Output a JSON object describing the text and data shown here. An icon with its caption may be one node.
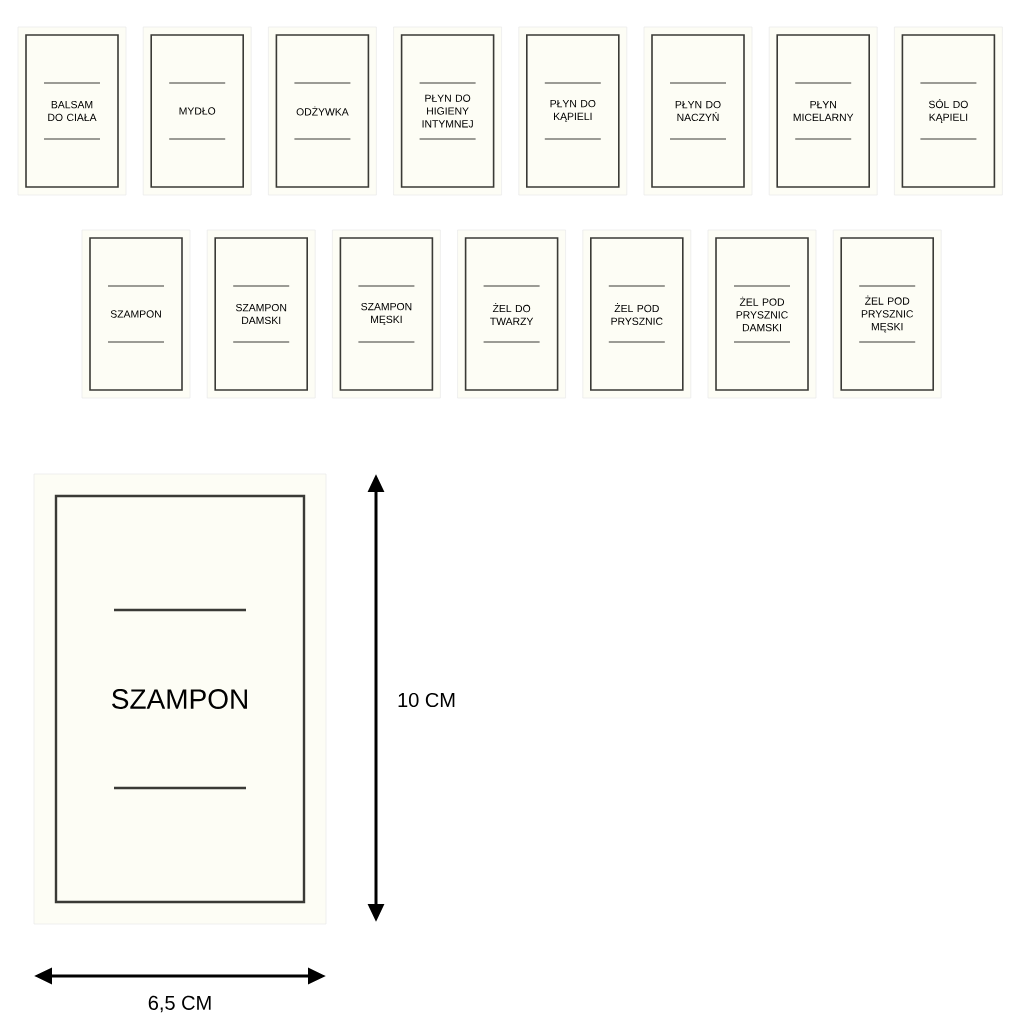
{
  "diagram": {
    "nodes": [
      {
        "text": [
          "BALSAM DO CIAŁA"
        ]
      },
      {
        "text": [
          "MYDŁO"
        ]
      },
      {
        "text": [
          "ODŻYWKA"
        ]
      },
      {
        "text": [
          "PŁYN DO HIGIENY INTYMNEJ"
        ]
      },
      {
        "text": [
          "PŁYN DO KĄPIELI"
        ]
      },
      {
        "text": [
          "PŁYN DO NACZYŃ"
        ]
      },
      {
        "text": [
          "PŁYN MICELARNY"
        ]
      },
      {
        "text": [
          "SÓL DO KĄPIELI"
        ]
      },
      {
        "text": [
          "SZAMPON"
        ]
      },
      {
        "text": [
          "SZAMPON DAMSKI"
        ]
      },
      {
        "text": [
          "SZAMPON MĘSKI"
        ]
      },
      {
        "text": [
          "ŻEL DO TWARZY"
        ]
      },
      {
        "text": [
          "ŻEL POD PRYSZNIC"
        ]
      },
      {
        "text": [
          "ŻEL POD PRYSZNIC DAMSKI"
        ]
      },
      {
        "text": [
          "ŻEL POD PRYSZNIC MĘSKI"
        ]
      },
      {
        "text": [
          "SZAMPON"
        ]
      }
    ],
    "labels": [
      "10 CM",
      "6,5 CM"
    ]
  }
}
